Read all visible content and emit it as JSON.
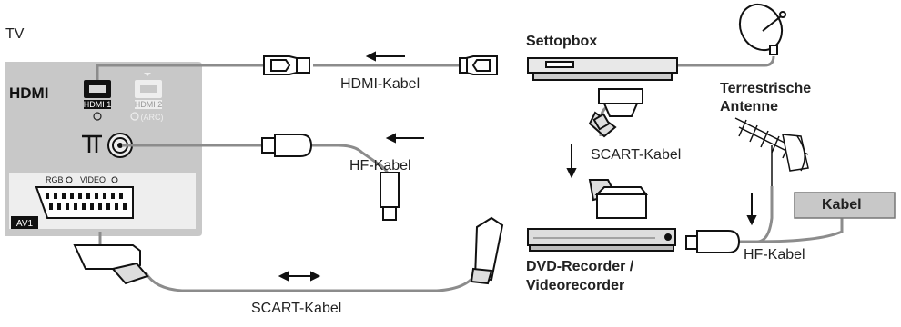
{
  "tv": {
    "title": "TV",
    "hdmi_logo": "HDMI",
    "hdmi1": "HDMI 1",
    "hdmi2": "HDMI 2",
    "arc": "(ARC)",
    "rgb": "RGB",
    "video": "VIDEO",
    "av1": "AV1"
  },
  "devices": {
    "settopbox": "Settopbox",
    "terrestrial_line1": "Terrestrische",
    "terrestrial_line2": "Antenne",
    "recorder_line1": "DVD-Recorder /",
    "recorder_line2": "Videorecorder",
    "cable_box": "Kabel"
  },
  "cables": {
    "hdmi": "HDMI-Kabel",
    "rf_top": "HF-Kabel",
    "scart_right": "SCART-Kabel",
    "rf_right": "HF-Kabel",
    "scart_bottom": "SCART-Kabel"
  },
  "colors": {
    "panel": "#c8c8c8",
    "cable": "#8c8c8c",
    "line": "#222222"
  },
  "icons": [
    "left-arrow-icon",
    "down-arrow-icon",
    "double-arrow-icon",
    "satellite-dish-icon",
    "antenna-icon"
  ]
}
